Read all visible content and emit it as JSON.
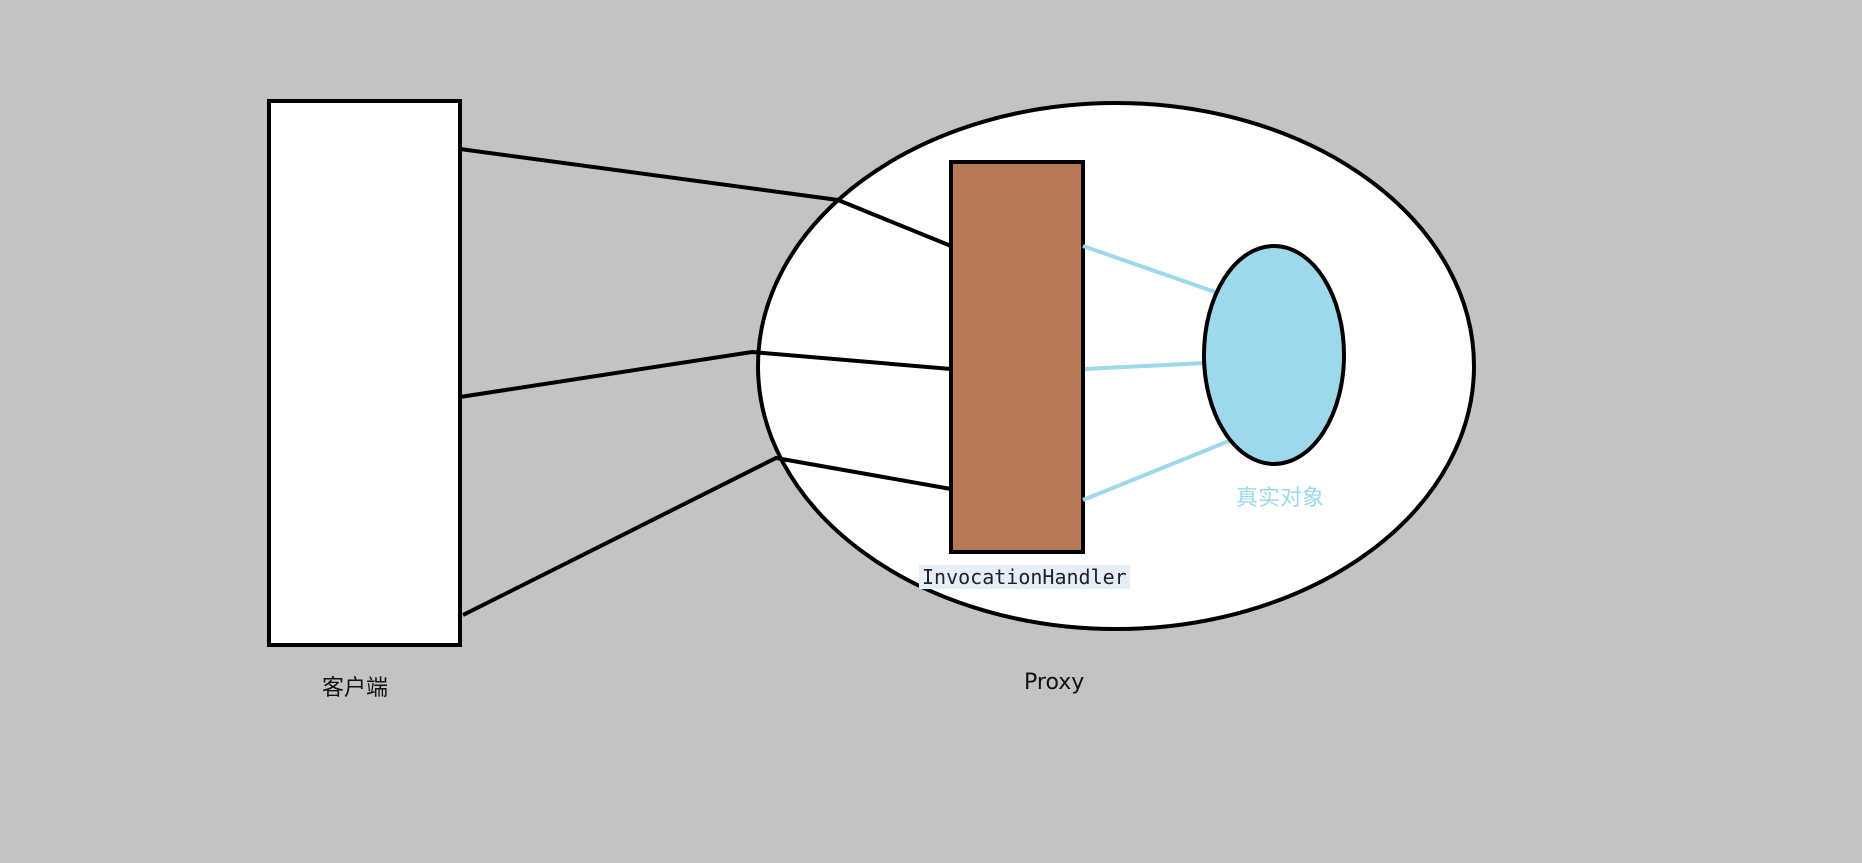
{
  "labels": {
    "client": "客户端",
    "proxy": "Proxy",
    "handler": "InvocationHandler",
    "real_object": "真实对象"
  },
  "colors": {
    "background": "#c3c3c3",
    "stroke": "#000000",
    "client_fill": "#ffffff",
    "proxy_fill": "#ffffff",
    "handler_fill": "#b87a56",
    "real_object_fill": "#9dd9ea",
    "real_object_links": "#9dd9ea",
    "real_object_label": "#9dd9ea"
  }
}
